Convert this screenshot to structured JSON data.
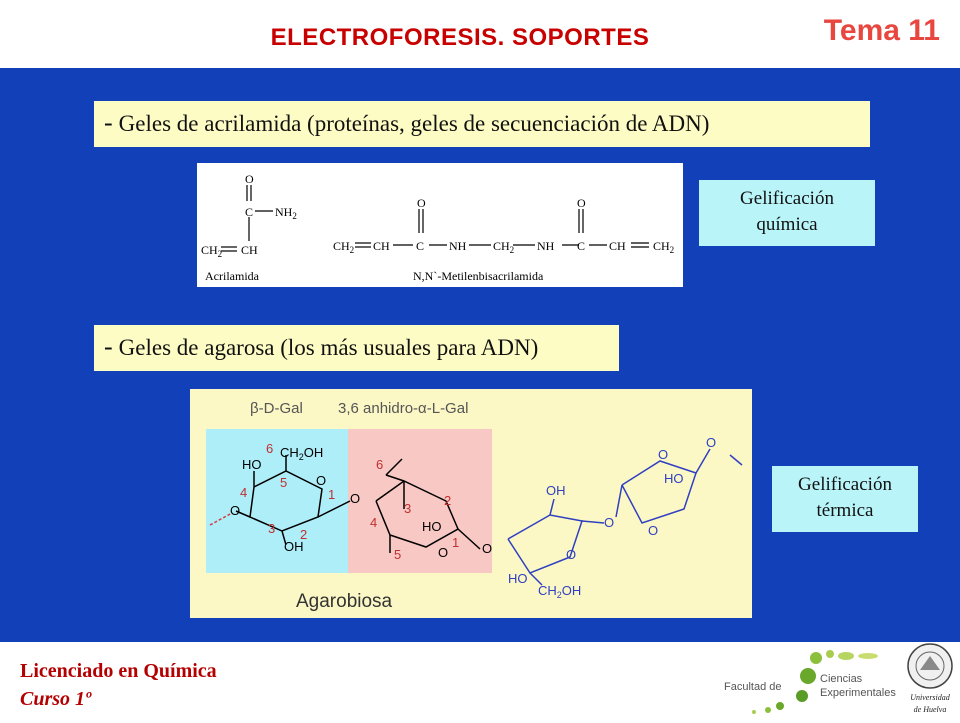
{
  "header": {
    "title": "ELECTROFORESIS. SOPORTES",
    "tema": "Tema 11"
  },
  "acrilamida": {
    "dash": "-",
    "heading": "Geles de acrilamida (proteínas, geles de secuenciación de ADN)",
    "label_acrilamida": "Acrilamida",
    "label_bis": "N,N`-Metilenbisacrilamida",
    "gel_type_line1": "Gelificación",
    "gel_type_line2": "química"
  },
  "agarosa": {
    "dash": "-",
    "heading": "Geles de agarosa (los más usuales para ADN)",
    "label_gal": "β-D-Gal",
    "label_anhidro": "3,6 anhidro-α-L-Gal",
    "label_agarobiosa": "Agarobiosa",
    "gel_type_line1": "Gelificación",
    "gel_type_line2": "térmica"
  },
  "footer": {
    "degree": "Licenciado en Química",
    "course": "Curso 1º",
    "faculty_prefix": "Facultad de",
    "faculty_line1": "Ciencias",
    "faculty_line2": "Experimentales",
    "university_line1": "Universidad",
    "university_line2": "de Huelva"
  }
}
